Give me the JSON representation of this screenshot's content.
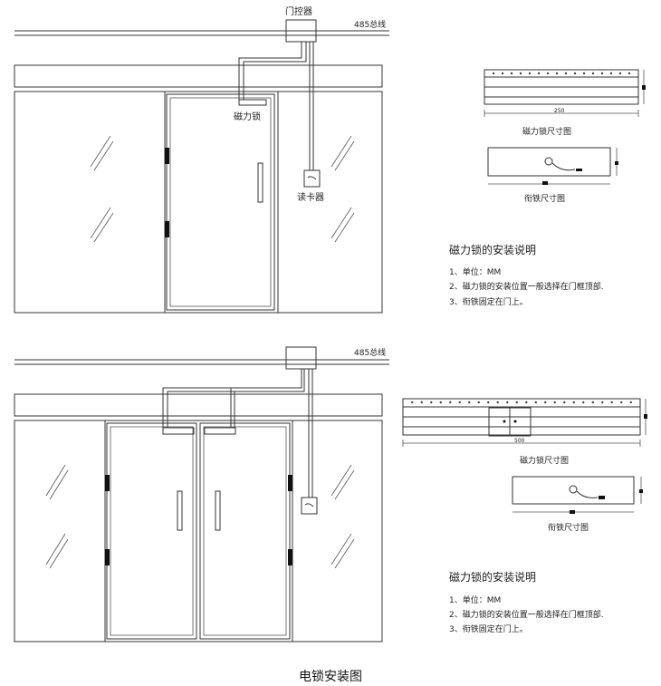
{
  "diagram_1": {
    "controller_label": "门控器",
    "bus_label": "485总线",
    "lock_label": "磁力锁",
    "reader_label": "读卡器",
    "lock_dim_value": "250",
    "lock_dim_caption": "磁力锁尺寸图",
    "plate_caption": "衔铁尺寸图",
    "notes_title": "磁力锁的安装说明",
    "notes": [
      "1、单位：MM",
      "2、磁力锁的安装位置一般选择在门框顶部.",
      "3、衔铁固定在门上。"
    ]
  },
  "diagram_2": {
    "bus_label": "485总线",
    "lock_dim_value": "500",
    "lock_dim_caption": "磁力锁尺寸图",
    "plate_caption": "衔铁尺寸图",
    "notes_title": "磁力锁的安装说明",
    "notes": [
      "1、单位：MM",
      "2、磁力锁的安装位置一般选择在门框顶部.",
      "3、衔铁固定在门上。"
    ]
  },
  "caption": "电锁安装图"
}
